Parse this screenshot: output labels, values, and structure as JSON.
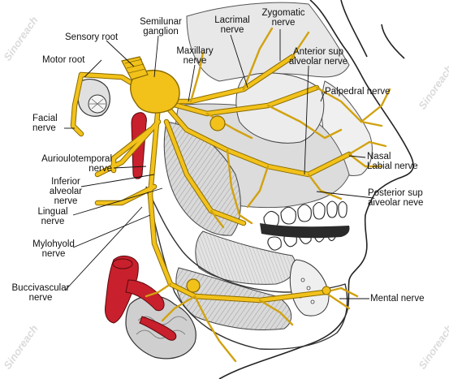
{
  "labels": {
    "sensory_root": "Sensory root",
    "semilunar_ganglion": "Semilunar\nganglion",
    "lacrimal_nerve": "Lacrimal\nnerve",
    "zygomatic_nerve": "Zygomatic\nnerve",
    "motor_root": "Motor root",
    "maxillary_nerve": "Maxillary\nnerve",
    "anterior_sup_alveolar_nerve": "Anterior sup\nalveolar nerve",
    "palpedral_nerve": "Palpedral nerve",
    "facial_nerve": "Facial\nnerve",
    "nasal_labial_nerve": "Nasal\nLabial nerve",
    "auriculotemporal_nerve": "Aurioulotemporal\nnerve",
    "inferior_alveolar_nerve": "Inferior\nalveolar\nnerve",
    "posterior_sup_alveolar_nerve": "Posterior sup\naiveolar neve",
    "lingual_nerve": "Lingual\nnerve",
    "mylohyoid_nerve": "Mylohyold\nnerve",
    "buccivascular_nerve": "Buccivascular\nnerve",
    "mental_nerve": "Mental nerve"
  },
  "colors": {
    "nerve": "#f2c21b",
    "nerve_outline": "#8a6a00",
    "artery": "#c8202c",
    "tissue": "#d6d6d6",
    "outline": "#222222"
  },
  "watermark": "Sinoreach"
}
